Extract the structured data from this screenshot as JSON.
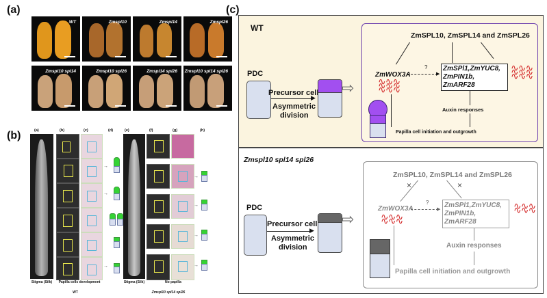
{
  "panel_labels": {
    "a": "(a)",
    "b": "(b)",
    "c": "(c)"
  },
  "panel_a": {
    "top_row": [
      "WT",
      "Zmspl10",
      "Zmspl14",
      "Zmspl26"
    ],
    "bottom_row": [
      "Zmspl10 spl14",
      "Zmspl10 spl26",
      "Zmspl14 spl26",
      "Zmspl10 spl14 spl26"
    ]
  },
  "panel_b": {
    "columns": [
      "(a)",
      "(b)",
      "(c)",
      "(d)",
      "(e)",
      "(f)",
      "(g)",
      "(h)"
    ],
    "stigma_label_left": "Stigma (Silk)",
    "development_label": "Papilla cells development",
    "stigma_label_right": "Stigma (Silk)",
    "no_papilla_label": "No papilla",
    "genotype_left": "WT",
    "genotype_right": "Zmspl10 spl14 spl26"
  },
  "panel_c": {
    "wt": {
      "title": "WT",
      "pdc": "PDC",
      "precursor": "Precursor cell",
      "asym_line1": "Asymmetric",
      "asym_line2": "division",
      "regulators": "ZmSPL10, ZmSPL14  and ZmSPL26",
      "wox": "ZmWOX3A",
      "question": "?",
      "targets_line1": "ZmSPl1,ZmYUC8,",
      "targets_line2": "ZmPIN1b,",
      "targets_line3": "ZmARF28",
      "auxin": "Auxin responses",
      "papilla": "Papilla cell initiation and outgrowth"
    },
    "mutant": {
      "title": "Zmspl10 spl14 spl26",
      "pdc": "PDC",
      "precursor": "Precursor cell",
      "asym_line1": "Asymmetric",
      "asym_line2": "division",
      "regulators": "ZmSPL10, ZmSPL14  and ZmSPL26",
      "block_left": "×",
      "block_right": "×",
      "wox": "ZmWOX3A",
      "question": "?",
      "targets_line1": "ZmSPl1,ZmYUC8,",
      "targets_line2": "ZmPIN1b,",
      "targets_line3": "ZmARF28",
      "auxin": "Auxin responses",
      "papilla": "Papilla cell initiation and outgrowth"
    }
  },
  "colors": {
    "wt_background": "#fbf4df",
    "wt_inner_border": "#6c3fae",
    "papilla_purple": "#a24ff0",
    "papilla_green": "#34d334",
    "pdc_blue": "#d9e0ef",
    "wave_red": "#d42a2a"
  }
}
